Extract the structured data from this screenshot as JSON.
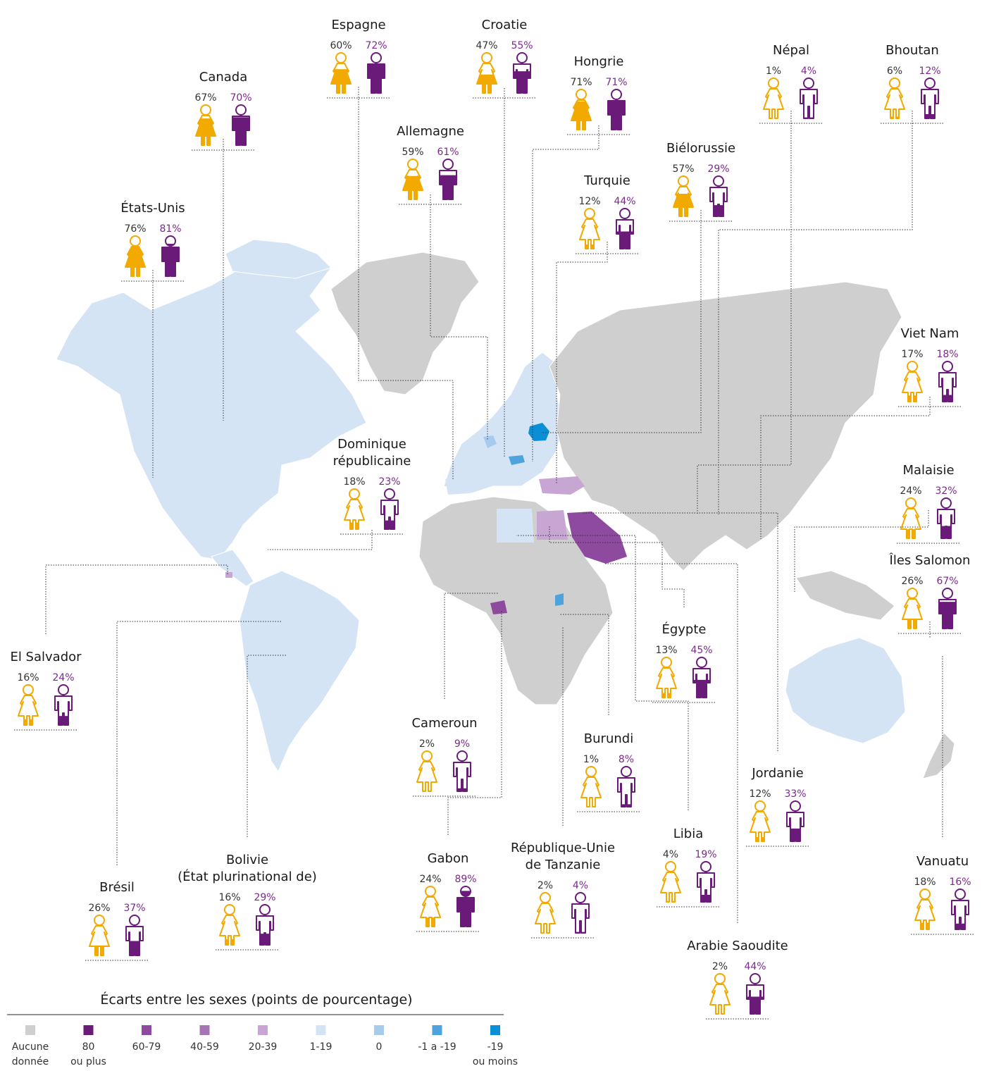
{
  "colors": {
    "female": "#f2a900",
    "male": "#6a1b7a",
    "nodata": "#cfcfcf",
    "cat_80_plus": "#6a1b7a",
    "cat_60_79": "#8e4a9e",
    "cat_40_59": "#a676b4",
    "cat_20_39": "#c7a6d3",
    "cat_1_19": "#d4e4f5",
    "cat_0": "#a6cbed",
    "cat_neg1_neg19": "#4da3dc",
    "cat_neg19_less": "#0a8fd6"
  },
  "countries": [
    {
      "id": "espagne",
      "name": "Espagne",
      "female": "60%",
      "male": "72%",
      "fv": 60,
      "mv": 72
    },
    {
      "id": "croatie",
      "name": "Croatie",
      "female": "47%",
      "male": "55%",
      "fv": 47,
      "mv": 55
    },
    {
      "id": "canada",
      "name": "Canada",
      "female": "67%",
      "male": "70%",
      "fv": 67,
      "mv": 70
    },
    {
      "id": "hongrie",
      "name": "Hongrie",
      "female": "71%",
      "male": "71%",
      "fv": 71,
      "mv": 71
    },
    {
      "id": "nepal",
      "name": "Népal",
      "female": "1%",
      "male": "4%",
      "fv": 1,
      "mv": 4
    },
    {
      "id": "bhoutan",
      "name": "Bhoutan",
      "female": "6%",
      "male": "12%",
      "fv": 6,
      "mv": 12
    },
    {
      "id": "allemagne",
      "name": "Allemagne",
      "female": "59%",
      "male": "61%",
      "fv": 59,
      "mv": 61
    },
    {
      "id": "bielorussie",
      "name": "Biélorussie",
      "female": "57%",
      "male": "29%",
      "fv": 57,
      "mv": 29
    },
    {
      "id": "turquie",
      "name": "Turquie",
      "female": "12%",
      "male": "44%",
      "fv": 12,
      "mv": 44
    },
    {
      "id": "etats-unis",
      "name": "États-Unis",
      "female": "76%",
      "male": "81%",
      "fv": 76,
      "mv": 81
    },
    {
      "id": "viet-nam",
      "name": "Viet Nam",
      "female": "17%",
      "male": "18%",
      "fv": 17,
      "mv": 18
    },
    {
      "id": "dominique",
      "name": "Dominique\nrépublicaine",
      "female": "18%",
      "male": "23%",
      "fv": 18,
      "mv": 23
    },
    {
      "id": "malaisie",
      "name": "Malaisie",
      "female": "24%",
      "male": "32%",
      "fv": 24,
      "mv": 32
    },
    {
      "id": "iles-salomon",
      "name": "Îles Salomon",
      "female": "26%",
      "male": "67%",
      "fv": 26,
      "mv": 67
    },
    {
      "id": "el-salvador",
      "name": "El Salvador",
      "female": "16%",
      "male": "24%",
      "fv": 16,
      "mv": 24
    },
    {
      "id": "egypte",
      "name": "Égypte",
      "female": "13%",
      "male": "45%",
      "fv": 13,
      "mv": 45
    },
    {
      "id": "cameroun",
      "name": "Cameroun",
      "female": "2%",
      "male": "9%",
      "fv": 2,
      "mv": 9
    },
    {
      "id": "burundi",
      "name": "Burundi",
      "female": "1%",
      "male": "8%",
      "fv": 1,
      "mv": 8
    },
    {
      "id": "jordanie",
      "name": "Jordanie",
      "female": "12%",
      "male": "33%",
      "fv": 12,
      "mv": 33
    },
    {
      "id": "libia",
      "name": "Libia",
      "female": "4%",
      "male": "19%",
      "fv": 4,
      "mv": 19
    },
    {
      "id": "gabon",
      "name": "Gabon",
      "female": "24%",
      "male": "89%",
      "fv": 24,
      "mv": 89
    },
    {
      "id": "tanzanie",
      "name": "République-Unie\nde Tanzanie",
      "female": "2%",
      "male": "4%",
      "fv": 2,
      "mv": 4
    },
    {
      "id": "bolivie",
      "name": "Bolivie\n(État plurinational de)",
      "female": "16%",
      "male": "29%",
      "fv": 16,
      "mv": 29
    },
    {
      "id": "bresil",
      "name": "Brésil",
      "female": "26%",
      "male": "37%",
      "fv": 26,
      "mv": 37
    },
    {
      "id": "vanuatu",
      "name": "Vanuatu",
      "female": "18%",
      "male": "16%",
      "fv": 18,
      "mv": 16
    },
    {
      "id": "arabie-saoudite",
      "name": "Arabie Saoudite",
      "female": "2%",
      "male": "44%",
      "fv": 2,
      "mv": 44
    }
  ],
  "legend": {
    "title": "Écarts entre les sexes (points de pourcentage)",
    "items": [
      {
        "label": "Aucune\ndonnée",
        "color": "#cfcfcf"
      },
      {
        "label": "80\nou plus",
        "color": "#6a1b7a"
      },
      {
        "label": "60-79",
        "color": "#8e4a9e"
      },
      {
        "label": "40-59",
        "color": "#a676b4"
      },
      {
        "label": "20-39",
        "color": "#c7a6d3"
      },
      {
        "label": "1-19",
        "color": "#d4e4f5"
      },
      {
        "label": "0",
        "color": "#a6cbed"
      },
      {
        "label": "-1 a -19",
        "color": "#4da3dc"
      },
      {
        "label": "-19\nou moins",
        "color": "#0a8fd6"
      }
    ]
  }
}
